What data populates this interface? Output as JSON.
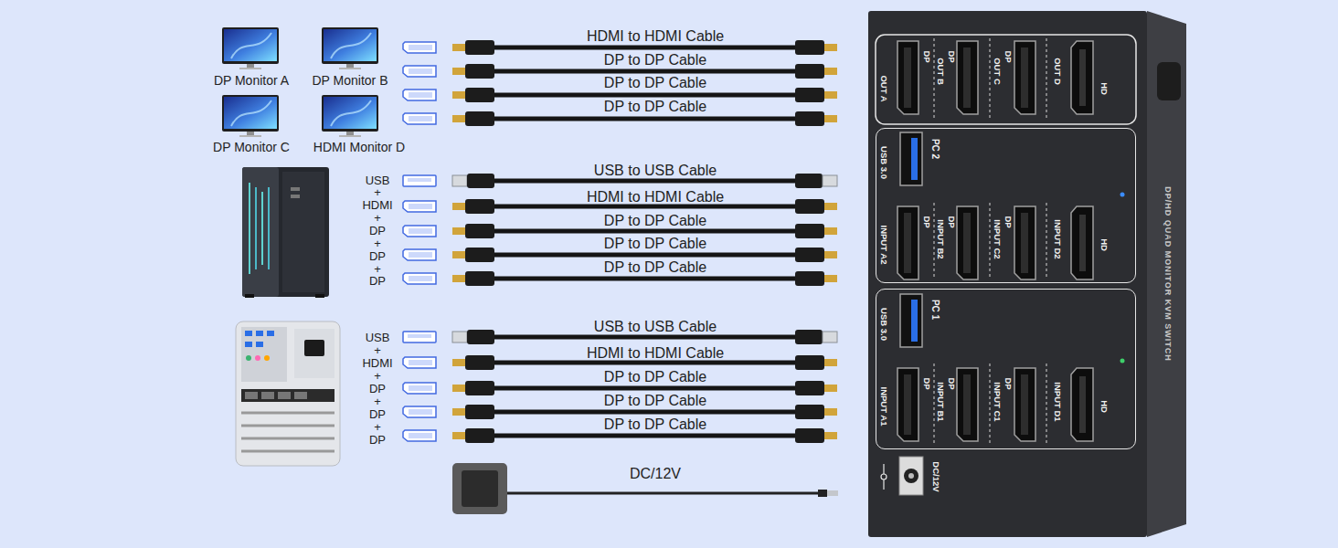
{
  "diagram": {
    "nodes": [
      {
        "text": [
          "DP Monitor A"
        ]
      },
      {
        "text": [
          "DP Monitor B"
        ]
      },
      {
        "text": [
          "DP Monitor C"
        ]
      },
      {
        "text": [
          "HDMI Monitor D"
        ]
      },
      {
        "text": [
          "DP/HD QUAD MONITOR KVM SWITCH"
        ]
      },
      {
        "text": [
          "PC 2"
        ],
        "in": 4
      },
      {
        "text": [
          "PC 1"
        ],
        "in": 4
      }
    ],
    "labels": [
      "HDMI to HDMI Cable",
      "DP to DP Cable",
      "DP to DP Cable",
      "DP to DP Cable",
      "USB",
      "+",
      "HDMI",
      "+",
      "DP",
      "+",
      "DP",
      "+",
      "DP",
      "USB to USB Cable",
      "HDMI to HDMI Cable",
      "DP to DP Cable",
      "DP to DP Cable",
      "DP to DP Cable",
      "USB",
      "+",
      "HDMI",
      "+",
      "DP",
      "+",
      "DP",
      "+",
      "DP",
      "USB to USB Cable",
      "HDMI to HDMI Cable",
      "DP to DP Cable",
      "DP to DP Cable",
      "DP to DP Cable",
      "DC/12V",
      "OUT A",
      "DP",
      "OUT B",
      "DP",
      "OUT C",
      "DP",
      "OUT D",
      "HD",
      "USB 3.0",
      "INPUT A2",
      "DP",
      "INPUT B2",
      "DP",
      "INPUT C2",
      "DP",
      "INPUT D2",
      "HD",
      "USB 3.0",
      "INPUT A1",
      "DP",
      "INPUT B1",
      "DP",
      "INPUT C1",
      "DP",
      "INPUT D1",
      "HD",
      "DC/12V"
    ]
  }
}
